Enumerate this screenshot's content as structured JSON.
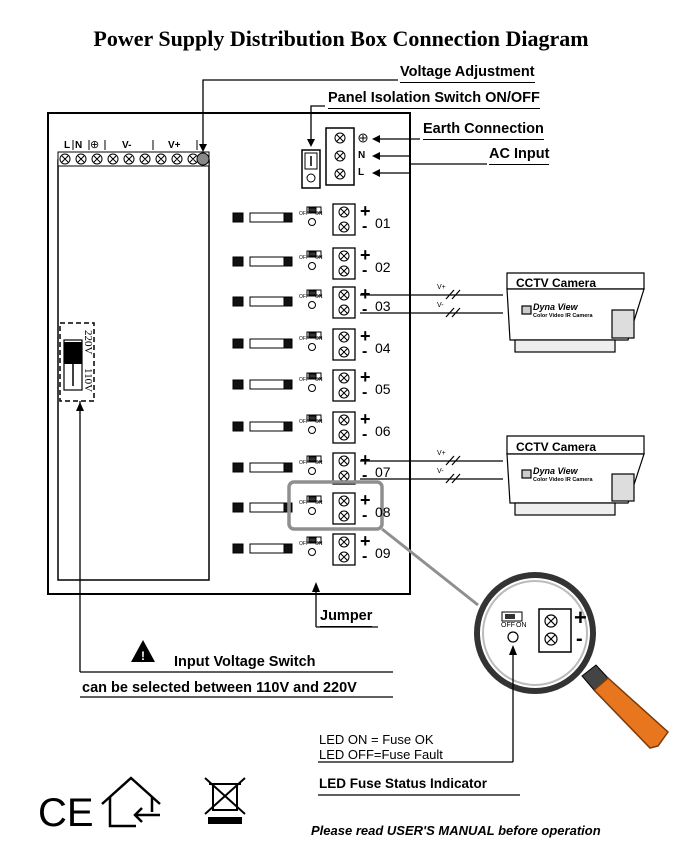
{
  "title": "Power Supply Distribution Box Connection Diagram",
  "labels": {
    "voltage_adjustment": "Voltage Adjustment",
    "panel_isolation": "Panel Isolation Switch ON/OFF",
    "earth_connection": "Earth Connection",
    "ac_input": "AC Input",
    "jumper": "Jumper",
    "input_voltage_switch": "Input Voltage Switch",
    "voltage_select_note": "can be selected between 110V and 220V",
    "led_on": "LED ON  = Fuse OK",
    "led_off": "LED OFF=Fuse Fault",
    "led_status": "LED Fuse Status Indicator",
    "manual_note": "Please read USER'S MANUAL before operation"
  },
  "terminal_strip": {
    "l": "L",
    "n": "N",
    "v_minus": "V-",
    "v_plus": "V+"
  },
  "ac_terminals": [
    "N",
    "L"
  ],
  "switch_labels": {
    "voltage_high": "220V",
    "voltage_low": "110V",
    "jumper_off": "OFF",
    "jumper_on": "ON"
  },
  "channels": [
    "01",
    "02",
    "03",
    "04",
    "05",
    "06",
    "07",
    "08",
    "09"
  ],
  "plus_symbol": "+",
  "minus_symbol": "-",
  "cameras": [
    {
      "title": "CCTV Camera",
      "brand": "Dyna View",
      "subtitle": "Color Video IR Camera",
      "vplus": "V+",
      "vminus": "V-"
    },
    {
      "title": "CCTV Camera",
      "brand": "Dyna View",
      "subtitle": "Color Video IR Camera",
      "vplus": "V+",
      "vminus": "V-"
    }
  ],
  "colors": {
    "magnifier_handle": "#e8761e",
    "highlight_box": "#8f8f8f",
    "fuse": "#111111"
  },
  "icons": [
    "ce-mark-icon",
    "indoor-use-house-icon",
    "weee-bin-icon",
    "warning-icon"
  ]
}
